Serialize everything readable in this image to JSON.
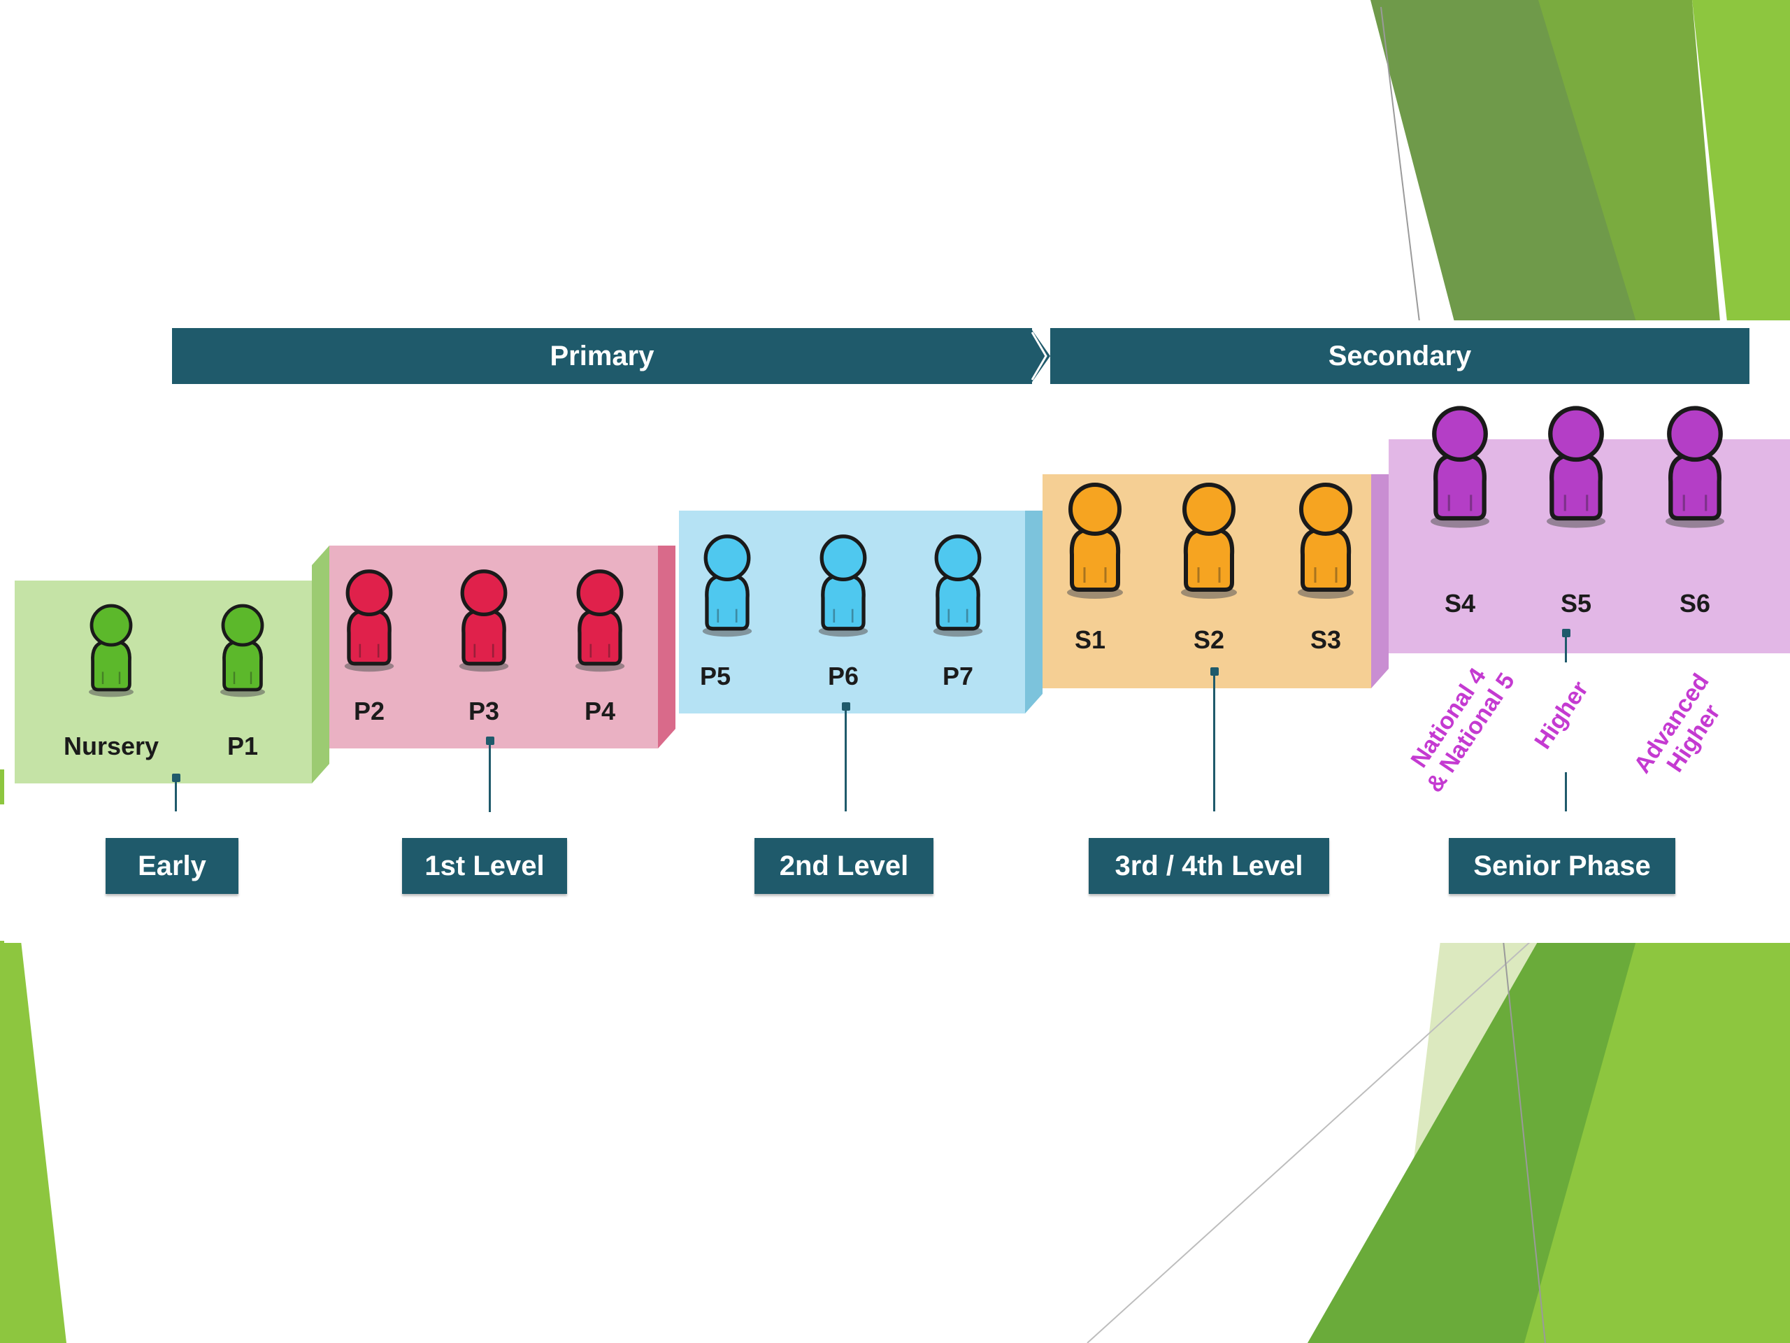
{
  "banners": {
    "primary": "Primary",
    "secondary": "Secondary"
  },
  "stages": [
    {
      "id": "early",
      "color": "#c5e3a6",
      "figure_color": "#5cb82b",
      "grades": [
        "Nursery",
        "P1"
      ]
    },
    {
      "id": "first",
      "color": "#eab1c3",
      "figure_color": "#e0214b",
      "grades": [
        "P2",
        "P3",
        "P4"
      ]
    },
    {
      "id": "second",
      "color": "#b5e2f4",
      "figure_color": "#4fc8ef",
      "grades": [
        "P5",
        "P6",
        "P7"
      ]
    },
    {
      "id": "third",
      "color": "#f5cf94",
      "figure_color": "#f6a421",
      "grades": [
        "S1",
        "S2",
        "S3"
      ]
    },
    {
      "id": "senior",
      "color": "#e2b7e6",
      "figure_color": "#b43ec6",
      "grades": [
        "S4",
        "S5",
        "S6"
      ]
    }
  ],
  "levels": {
    "early": "Early",
    "first": "1st Level",
    "second": "2nd Level",
    "third": "3rd / 4th Level",
    "senior": "Senior Phase"
  },
  "qualifications": {
    "national": [
      "National 4",
      "& National 5"
    ],
    "higher": [
      "Higher"
    ],
    "advanced": [
      "Advanced",
      "Higher"
    ]
  },
  "colors": {
    "banner": "#1f5a6b",
    "qualification_text": "#c43ad1",
    "green_dark": "#6f9a4a",
    "green_light": "#8dc63f"
  }
}
